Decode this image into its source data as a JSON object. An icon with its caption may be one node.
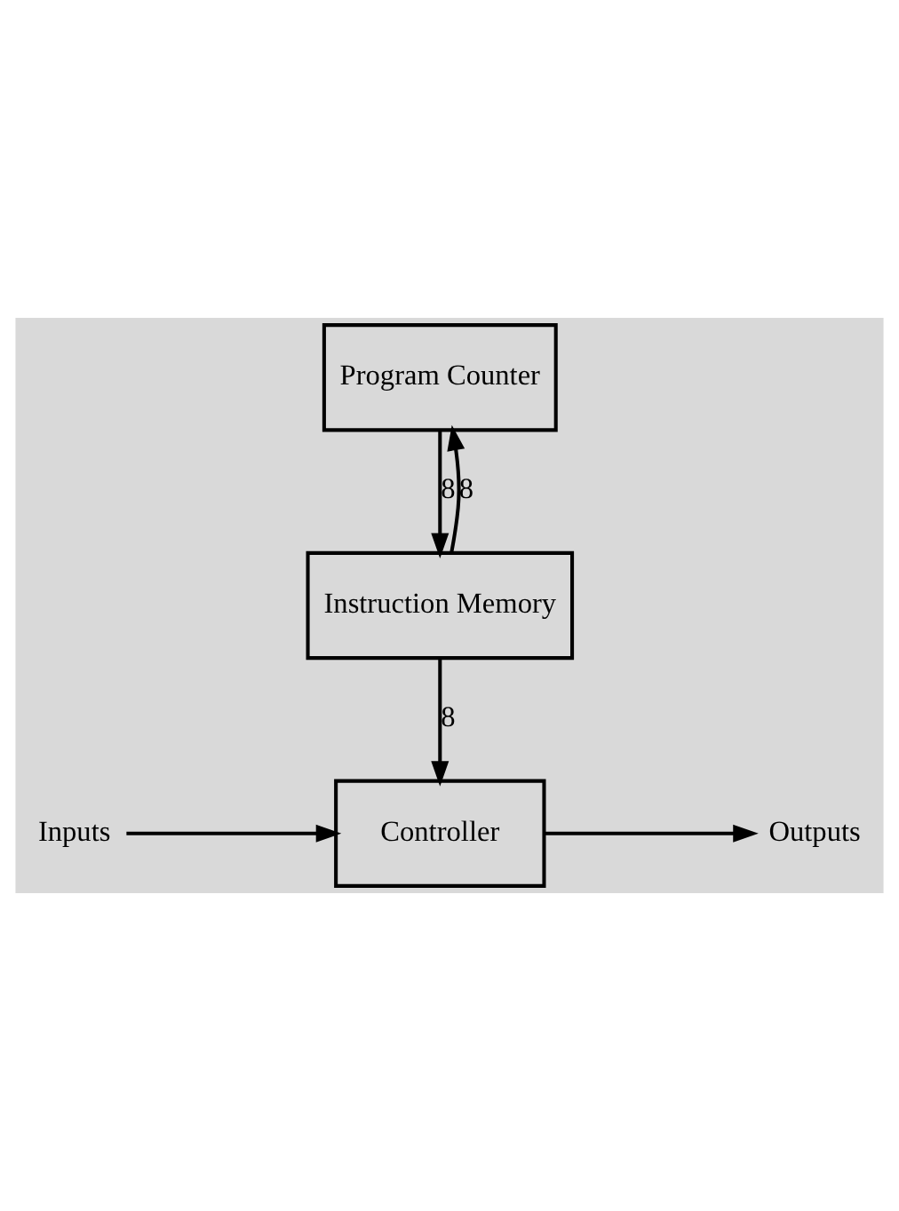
{
  "diagram": {
    "nodes": [
      {
        "text": [
          "Program Counter"
        ]
      },
      {
        "text": [
          "Instruction Memory"
        ]
      },
      {
        "text": [
          "Controller"
        ]
      },
      {
        "text": [
          "Inputs"
        ]
      },
      {
        "text": [
          "Outputs"
        ]
      }
    ],
    "edges": [
      {
        "from": 0,
        "to": 1,
        "arrow": "to",
        "label": "8"
      },
      {
        "from": 1,
        "to": 2,
        "arrow": "to",
        "label": "8"
      },
      {
        "from": 1,
        "to": 0,
        "arrow": "to",
        "label": "8"
      },
      {
        "from": 3,
        "to": 2,
        "arrow": "to"
      },
      {
        "from": 2,
        "to": 4,
        "arrow": "to"
      }
    ]
  }
}
